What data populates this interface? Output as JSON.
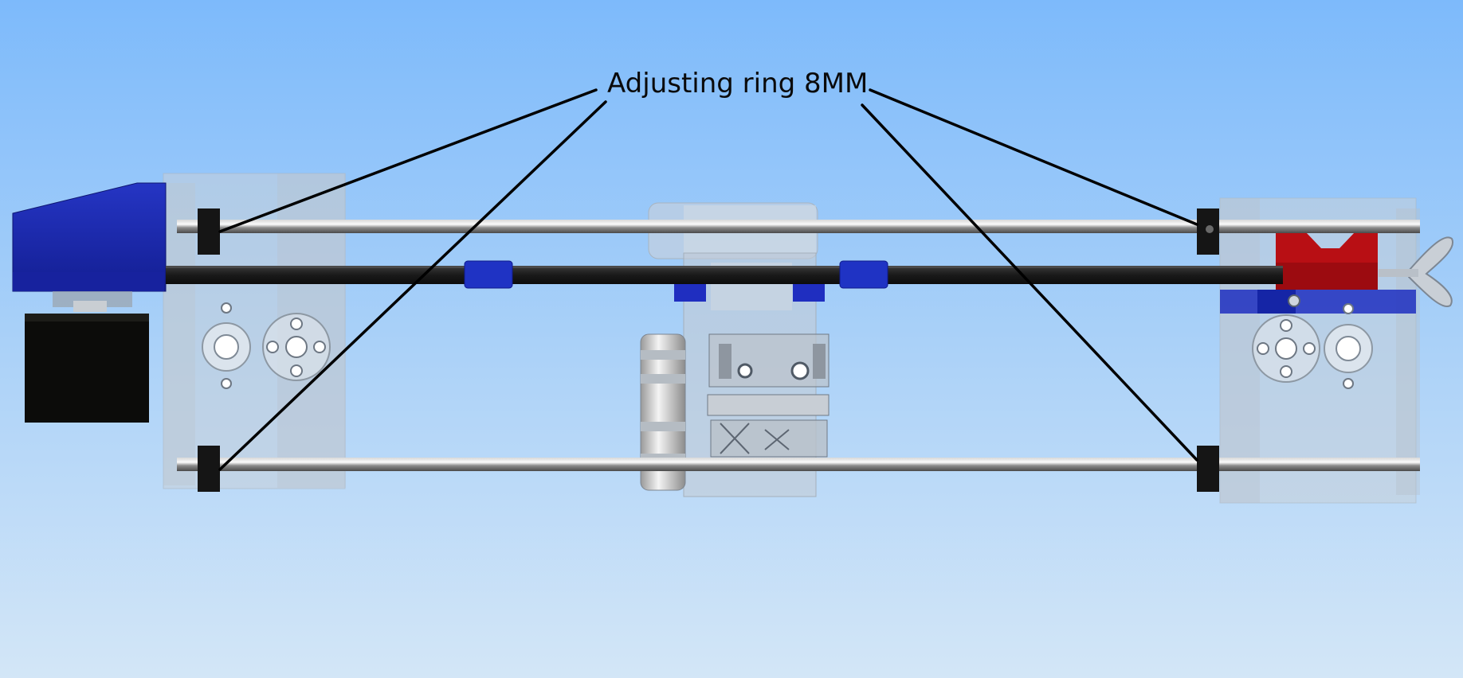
{
  "annotation": {
    "label": "Adjusting ring 8MM"
  },
  "colors": {
    "background_top": "#7fbcfb",
    "background_bottom": "#d2e6f8",
    "motor_housing": "#1a28a8",
    "idler_block": "#b80f14",
    "belt": "#1c1c1c",
    "belt_clamp": "#1a3ec0",
    "adjusting_ring": "#141414",
    "rod": "#8e8e8e",
    "callout_line": "#000000"
  },
  "icons": [
    "stepper-motor",
    "wing-nut",
    "bearing",
    "pulley"
  ]
}
